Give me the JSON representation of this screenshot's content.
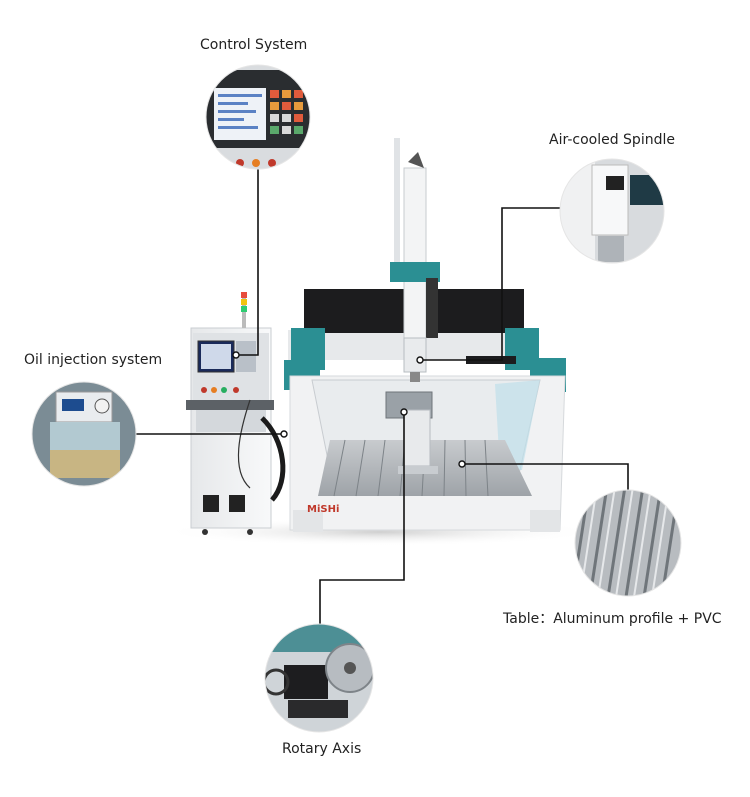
{
  "labels": {
    "control_system": "Control System",
    "air_cooled_spindle": "Air-cooled Spindle",
    "oil_injection_system": "Oil injection system",
    "table": "Table：Aluminum profile + PVC",
    "rotary_axis": "Rotary Axis"
  },
  "brand": "MiSHi",
  "colors": {
    "frame_white": "#f1f2f3",
    "gantry_black": "#1c1c1e",
    "teal_accent": "#2b8f93",
    "leader_line": "#111111"
  }
}
